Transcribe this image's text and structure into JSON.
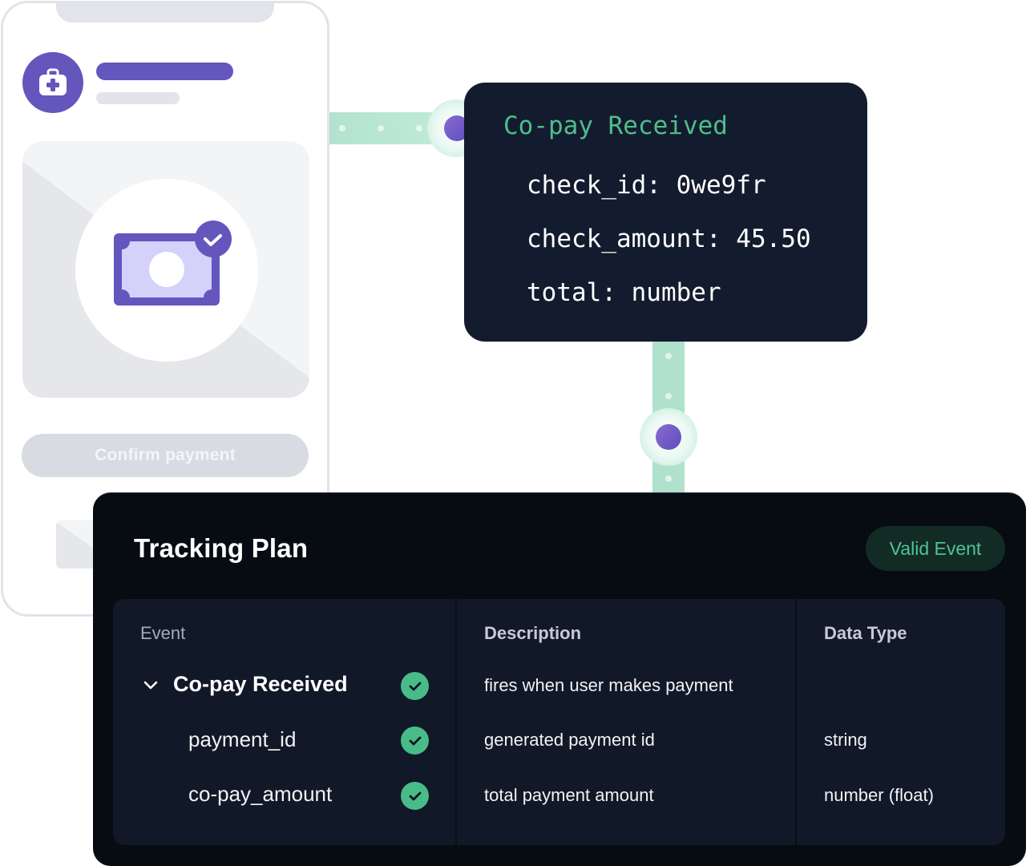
{
  "phone": {
    "confirm_button_label": "Confirm payment",
    "accent_color": "#6456bd",
    "icons": [
      "medical-kit-icon",
      "money-bill-check-icon"
    ]
  },
  "event_card": {
    "title": "Co-pay Received",
    "lines": [
      "check_id: 0we9fr",
      "check_amount: 45.50",
      "total: number"
    ],
    "title_color": "#4fbd8c",
    "background_color": "#131c2e"
  },
  "tracking_plan": {
    "title": "Tracking Plan",
    "status_badge": "Valid Event",
    "status_color": "#4ec493",
    "columns": [
      "Event",
      "Description",
      "Data Type"
    ],
    "rows": [
      {
        "event": "Co-pay Received",
        "description": "fires when user makes payment",
        "data_type": "",
        "valid": true,
        "expanded": true
      },
      {
        "event": "payment_id",
        "description": "generated payment id",
        "data_type": "string",
        "valid": true
      },
      {
        "event": "co-pay_amount",
        "description": "total payment amount",
        "data_type": "number (float)",
        "valid": true
      }
    ]
  }
}
